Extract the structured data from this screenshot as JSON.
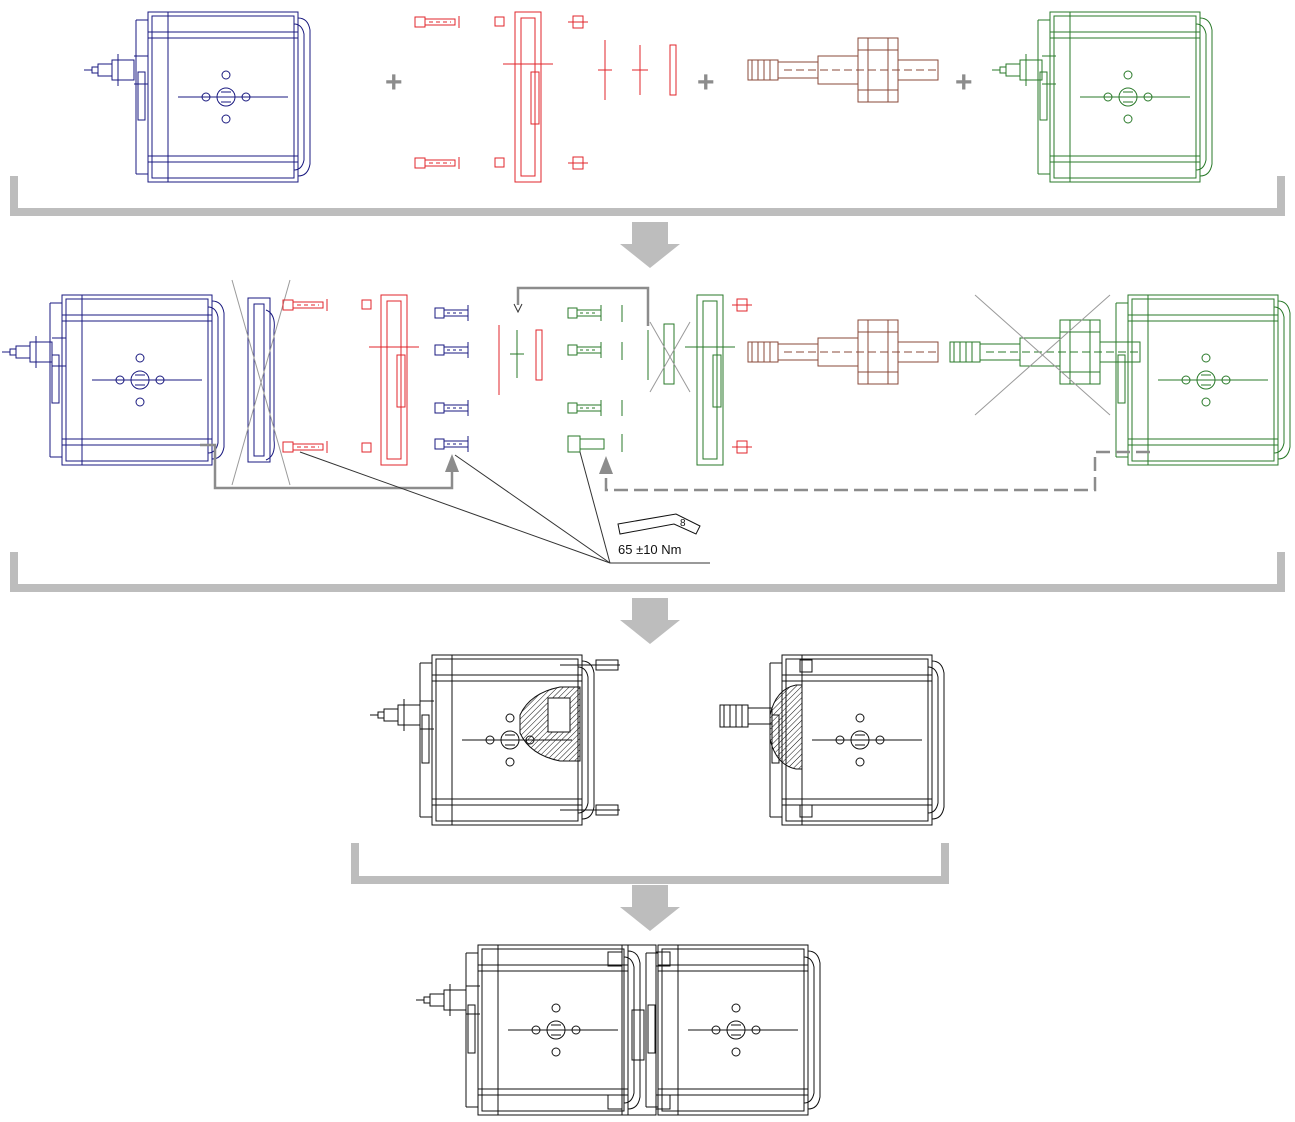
{
  "diagram": {
    "steps": [
      {
        "id": "step-1",
        "parts": [
          "front-pump-body",
          "plus",
          "through-bolt-kit",
          "plus",
          "drive-shaft",
          "plus",
          "rear-pump-body"
        ]
      },
      {
        "id": "step-2",
        "description": "disassembly and reassembly of bolt sets"
      },
      {
        "id": "step-3",
        "parts": [
          "front-pump-section",
          "rear-pump-section"
        ]
      },
      {
        "id": "step-4",
        "parts": [
          "assembled-tandem-pump"
        ]
      }
    ],
    "plus_sign": "+",
    "tool": {
      "key_size": "8",
      "torque": "65 ±10 Nm"
    },
    "colors": {
      "front_pump": "#1a1a80",
      "bolt_kit": "#e0262b",
      "rear_pump": "#2a7a2a",
      "shaft": "#8a4a3a",
      "assembled": "#111111",
      "bracket": "#bdbdbd"
    }
  }
}
